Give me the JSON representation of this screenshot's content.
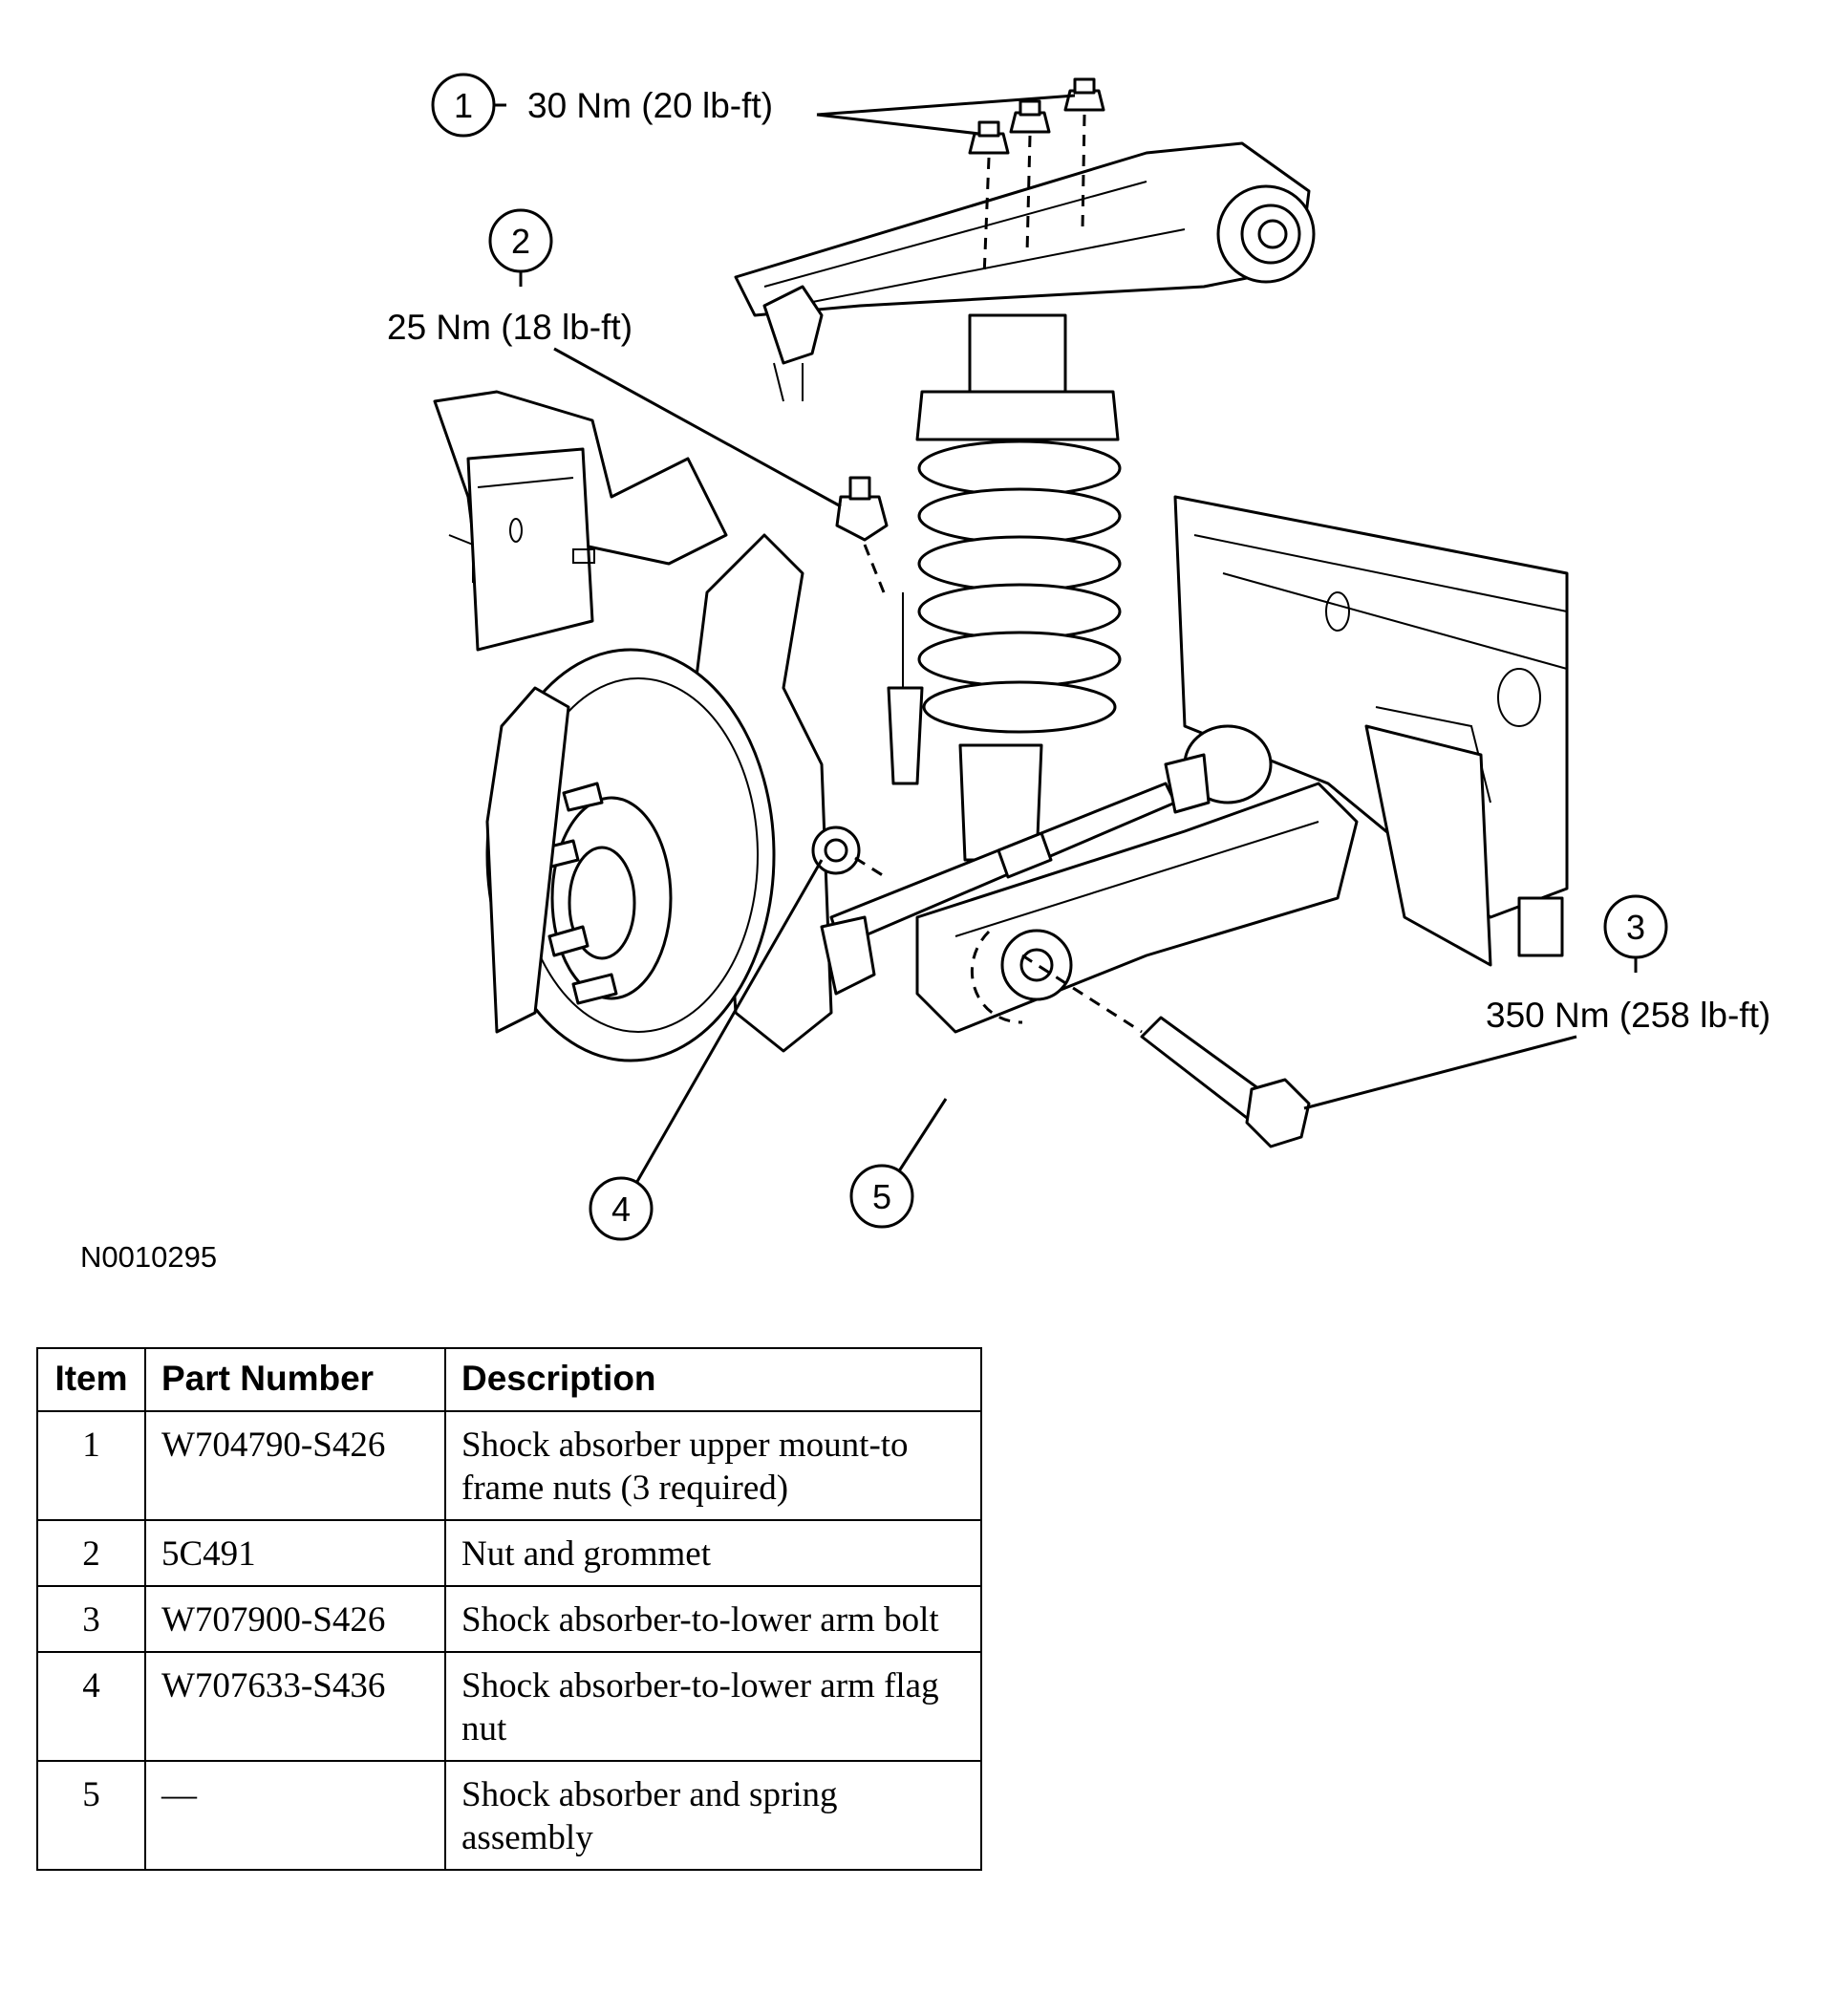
{
  "callouts": [
    {
      "number": "1",
      "torque": "30 Nm (20 lb-ft)"
    },
    {
      "number": "2",
      "torque": "25 Nm (18 lb-ft)"
    },
    {
      "number": "3",
      "torque": "350 Nm (258 lb-ft)"
    },
    {
      "number": "4",
      "torque": ""
    },
    {
      "number": "5",
      "torque": ""
    }
  ],
  "figure_id": "N0010295",
  "table": {
    "headers": [
      "Item",
      "Part Number",
      "Description"
    ],
    "rows": [
      {
        "item": "1",
        "part_number": "W704790-S426",
        "description": "Shock absorber upper mount-to frame nuts (3 required)"
      },
      {
        "item": "2",
        "part_number": "5C491",
        "description": "Nut and grommet"
      },
      {
        "item": "3",
        "part_number": "W707900-S426",
        "description": "Shock absorber-to-lower arm bolt"
      },
      {
        "item": "4",
        "part_number": "W707633-S436",
        "description": "Shock absorber-to-lower arm flag nut"
      },
      {
        "item": "5",
        "part_number": "—",
        "description": "Shock absorber and spring assembly"
      }
    ]
  }
}
